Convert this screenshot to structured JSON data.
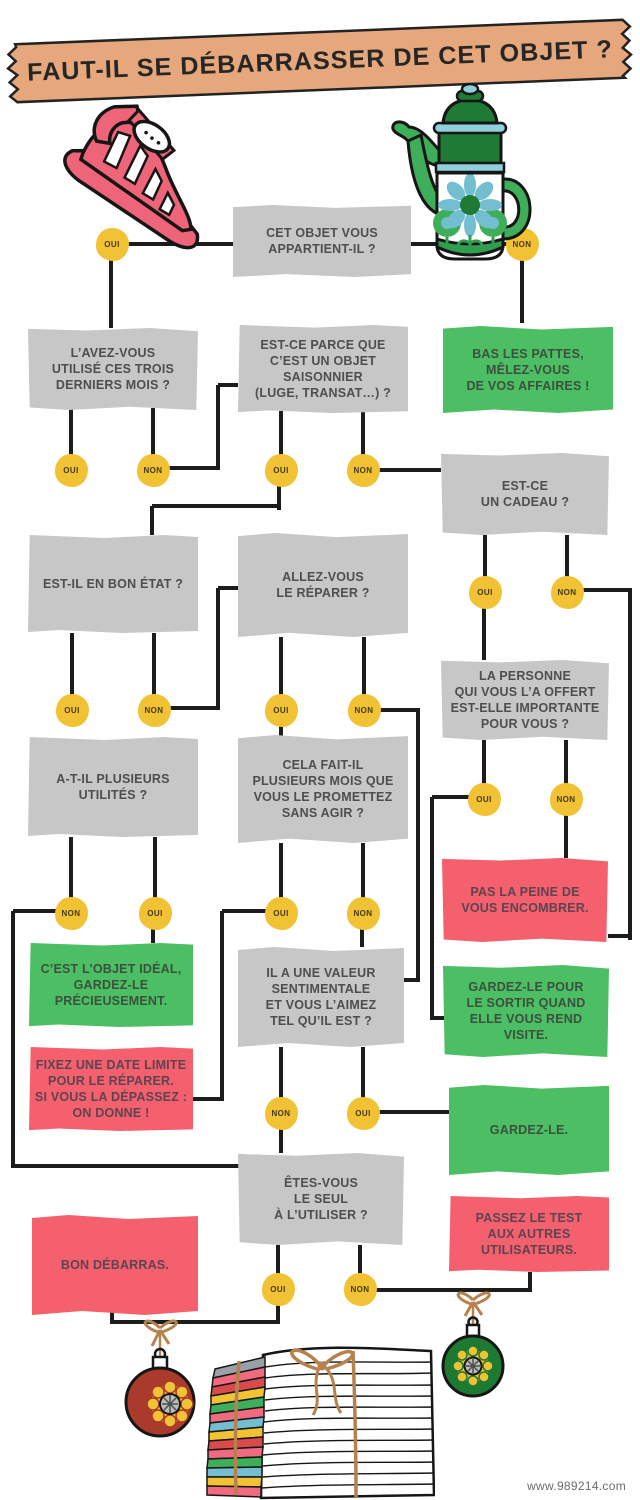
{
  "banner": {
    "title": "FAUT-IL SE DÉBARRASSER DE CET OBJET ?"
  },
  "watermark": "www.989214.com",
  "colors": {
    "banner_tape": "#e7a77c",
    "question_box": "#c7c7c7",
    "keep_box_green": "#4cbe63",
    "discard_box_pink": "#f4606e",
    "decision_circle_yellow": "#f1c233",
    "line": "#1c1c1c"
  },
  "flow": {
    "nodes": [
      {
        "id": "appartient",
        "kind": "question",
        "lines": [
          "CET OBJET VOUS",
          "APPARTIENT-IL ?"
        ]
      },
      {
        "id": "utilise-trois-mois",
        "kind": "question",
        "lines": [
          "L’AVEZ-VOUS",
          "UTILISÉ CES TROIS",
          "DERNIERS MOIS ?"
        ]
      },
      {
        "id": "objet-saisonnier",
        "kind": "question",
        "lines": [
          "EST-CE PARCE QUE",
          "C’EST UN OBJET",
          "SAISONNIER",
          "(LUGE, TRANSAT…) ?"
        ]
      },
      {
        "id": "bas-les-pattes",
        "kind": "answer-green",
        "lines": [
          "BAS LES PATTES,",
          "MÊLEZ-VOUS",
          "DE VOS AFFAIRES !"
        ]
      },
      {
        "id": "cadeau",
        "kind": "question",
        "lines": [
          "EST-CE",
          "UN CADEAU ?"
        ]
      },
      {
        "id": "bon-etat",
        "kind": "question",
        "lines": [
          "EST-IL EN BON ÉTAT ?"
        ]
      },
      {
        "id": "reparer",
        "kind": "question",
        "lines": [
          "ALLEZ-VOUS",
          "LE RÉPARER ?"
        ]
      },
      {
        "id": "personne-importante",
        "kind": "question",
        "lines": [
          "LA PERSONNE",
          "QUI VOUS L’A OFFERT",
          "EST-ELLE IMPORTANTE",
          "POUR VOUS ?"
        ]
      },
      {
        "id": "plusieurs-utilites",
        "kind": "question",
        "lines": [
          "A-T-IL PLUSIEURS",
          "UTILITÉS ?"
        ]
      },
      {
        "id": "promettez-sans-agir",
        "kind": "question",
        "lines": [
          "CELA FAIT-IL",
          "PLUSIEURS MOIS QUE",
          "VOUS LE PROMETTEZ",
          "SANS AGIR ?"
        ]
      },
      {
        "id": "pas-la-peine",
        "kind": "answer-pink",
        "lines": [
          "PAS LA PEINE DE",
          "VOUS ENCOMBRER."
        ]
      },
      {
        "id": "objet-ideal",
        "kind": "answer-green",
        "lines": [
          "C’EST L’OBJET IDÉAL,",
          "GARDEZ-LE",
          "PRÉCIEUSEMENT."
        ]
      },
      {
        "id": "valeur-sentimentale",
        "kind": "question",
        "lines": [
          "IL A UNE VALEUR",
          "SENTIMENTALE",
          "ET VOUS L’AIMEZ",
          "TEL QU’IL EST ?"
        ]
      },
      {
        "id": "gardez-le-pour-sortir",
        "kind": "answer-green",
        "lines": [
          "GARDEZ-LE POUR",
          "LE SORTIR QUAND",
          "ELLE VOUS REND",
          "VISITE."
        ]
      },
      {
        "id": "fixez-date-limite",
        "kind": "answer-pink",
        "lines": [
          "FIXEZ UNE DATE LIMITE",
          "POUR LE RÉPARER.",
          "SI VOUS LA DÉPASSEZ :",
          "ON DONNE !"
        ]
      },
      {
        "id": "gardez-le",
        "kind": "answer-green",
        "lines": [
          "GARDEZ-LE."
        ]
      },
      {
        "id": "seul-a-utiliser",
        "kind": "question",
        "lines": [
          "ÊTES-VOUS",
          "LE SEUL",
          "À L’UTILISER ?"
        ]
      },
      {
        "id": "passez-le-test",
        "kind": "answer-pink",
        "lines": [
          "PASSEZ LE TEST",
          "AUX AUTRES",
          "UTILISATEURS."
        ]
      },
      {
        "id": "bon-debarras",
        "kind": "answer-pink",
        "lines": [
          "BON DÉBARRAS."
        ]
      }
    ],
    "circles": [
      {
        "id": "c-appartient-oui",
        "label": "OUI"
      },
      {
        "id": "c-appartient-non",
        "label": "NON"
      },
      {
        "id": "c-utilise-oui",
        "label": "OUI"
      },
      {
        "id": "c-utilise-non",
        "label": "NON"
      },
      {
        "id": "c-saisonnier-oui",
        "label": "OUI"
      },
      {
        "id": "c-saisonnier-non",
        "label": "NON"
      },
      {
        "id": "c-cadeau-oui",
        "label": "OUI"
      },
      {
        "id": "c-cadeau-non",
        "label": "NON"
      },
      {
        "id": "c-bon-etat-oui",
        "label": "OUI"
      },
      {
        "id": "c-bon-etat-non",
        "label": "NON"
      },
      {
        "id": "c-reparer-oui",
        "label": "OUI"
      },
      {
        "id": "c-reparer-non",
        "label": "NON"
      },
      {
        "id": "c-personne-oui",
        "label": "OUI"
      },
      {
        "id": "c-personne-non",
        "label": "NON"
      },
      {
        "id": "c-utilites-non",
        "label": "NON"
      },
      {
        "id": "c-utilites-oui",
        "label": "OUI"
      },
      {
        "id": "c-promettez-oui",
        "label": "OUI"
      },
      {
        "id": "c-promettez-non",
        "label": "NON"
      },
      {
        "id": "c-valeur-non",
        "label": "NON"
      },
      {
        "id": "c-valeur-oui",
        "label": "OUI"
      },
      {
        "id": "c-seul-oui",
        "label": "OUI"
      },
      {
        "id": "c-seul-non",
        "label": "NON"
      }
    ]
  },
  "illustrations": {
    "top_left": "pink-jelly-sandal",
    "top_right": "green-enamel-coffee-pot",
    "bottom_left": "red-christmas-bauble",
    "bottom_right": "green-christmas-bauble",
    "bottom_center": "stack-of-newspapers-tied-with-string"
  }
}
